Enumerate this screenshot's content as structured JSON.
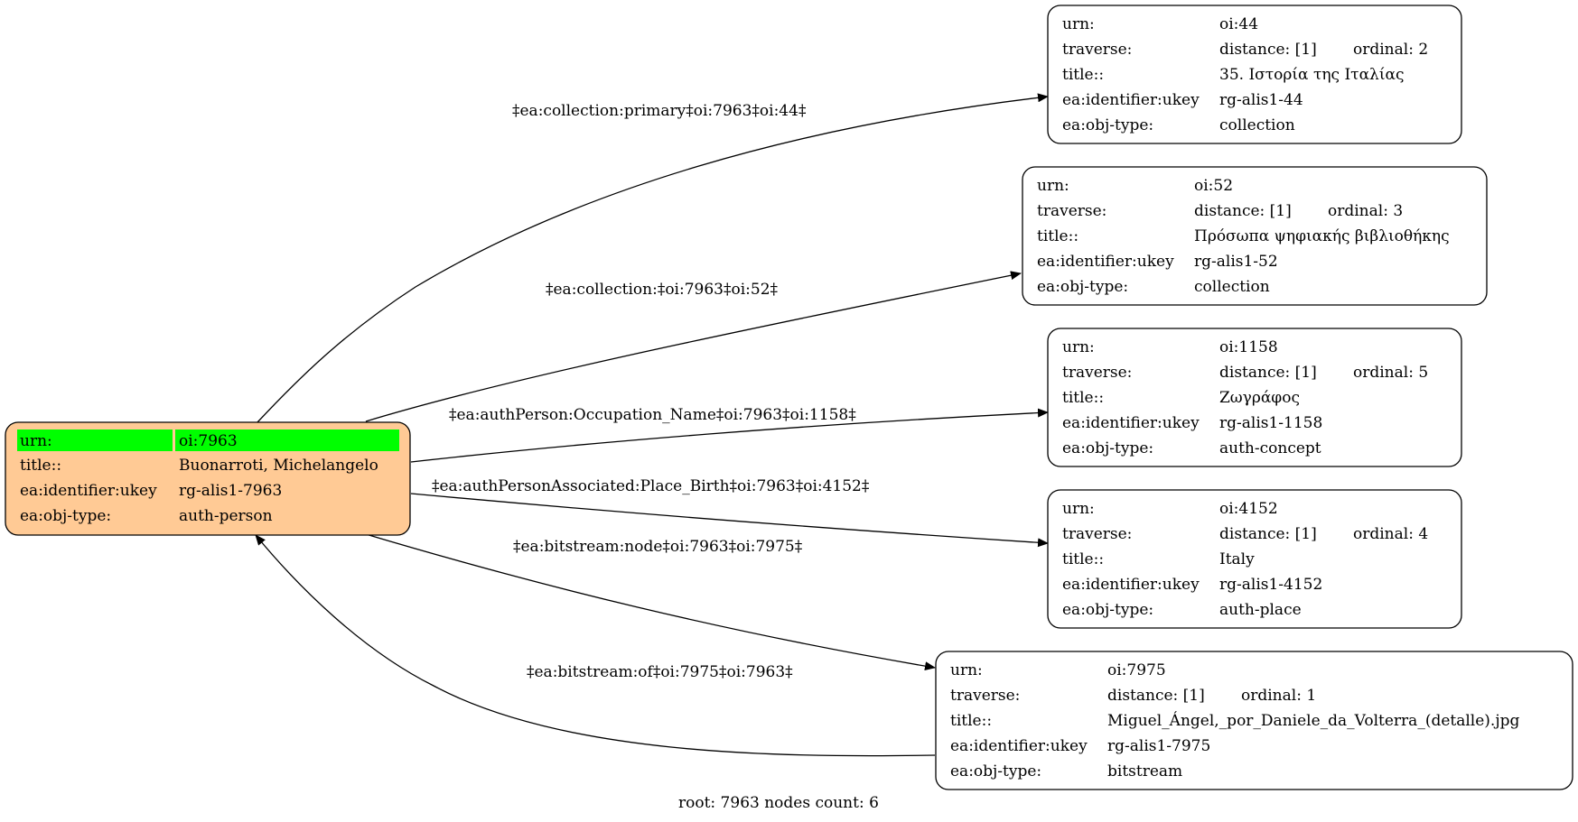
{
  "colors": {
    "root_fill": "#ffca95",
    "root_highlight": "#00ff00",
    "node_fill": "#ffffff",
    "stroke": "#000000"
  },
  "root": {
    "rows": [
      {
        "key": "urn:",
        "value": "oi:7963"
      },
      {
        "key": "title::",
        "value": "Buonarroti, Michelangelo"
      },
      {
        "key": "ea:identifier:ukey",
        "value": "rg-alis1-7963"
      },
      {
        "key": "ea:obj-type:",
        "value": "auth-person"
      }
    ]
  },
  "nodes": [
    {
      "id": "oi44",
      "urn": "oi:44",
      "distance": "distance: [1]",
      "ordinal": "ordinal: 2",
      "title": "35. Ιστορία της Ιταλίας",
      "ukey": "rg-alis1-44",
      "type": "collection"
    },
    {
      "id": "oi52",
      "urn": "oi:52",
      "distance": "distance: [1]",
      "ordinal": "ordinal: 3",
      "title": "Πρόσωπα ψηφιακής βιβλιοθήκης",
      "ukey": "rg-alis1-52",
      "type": "collection"
    },
    {
      "id": "oi1158",
      "urn": "oi:1158",
      "distance": "distance: [1]",
      "ordinal": "ordinal: 5",
      "title": "Ζωγράφος",
      "ukey": "rg-alis1-1158",
      "type": "auth-concept"
    },
    {
      "id": "oi4152",
      "urn": "oi:4152",
      "distance": "distance: [1]",
      "ordinal": "ordinal: 4",
      "title": "Italy",
      "ukey": "rg-alis1-4152",
      "type": "auth-place"
    },
    {
      "id": "oi7975",
      "urn": "oi:7975",
      "distance": "distance: [1]",
      "ordinal": "ordinal: 1",
      "title": "Miguel_Ángel,_por_Daniele_da_Volterra_(detalle).jpg",
      "ukey": "rg-alis1-7975",
      "type": "bitstream"
    }
  ],
  "row_keys": {
    "urn": "urn:",
    "traverse": "traverse:",
    "title": "title::",
    "ukey": "ea:identifier:ukey",
    "type": "ea:obj-type:"
  },
  "edges": [
    {
      "label": "‡ea:collection:primary‡oi:7963‡oi:44‡"
    },
    {
      "label": "‡ea:collection:‡oi:7963‡oi:52‡"
    },
    {
      "label": "‡ea:authPerson:Occupation_Name‡oi:7963‡oi:1158‡"
    },
    {
      "label": "‡ea:authPersonAssociated:Place_Birth‡oi:7963‡oi:4152‡"
    },
    {
      "label": "‡ea:bitstream:node‡oi:7963‡oi:7975‡"
    },
    {
      "label": "‡ea:bitstream:of‡oi:7975‡oi:7963‡"
    }
  ],
  "footer": "root: 7963 nodes count: 6"
}
